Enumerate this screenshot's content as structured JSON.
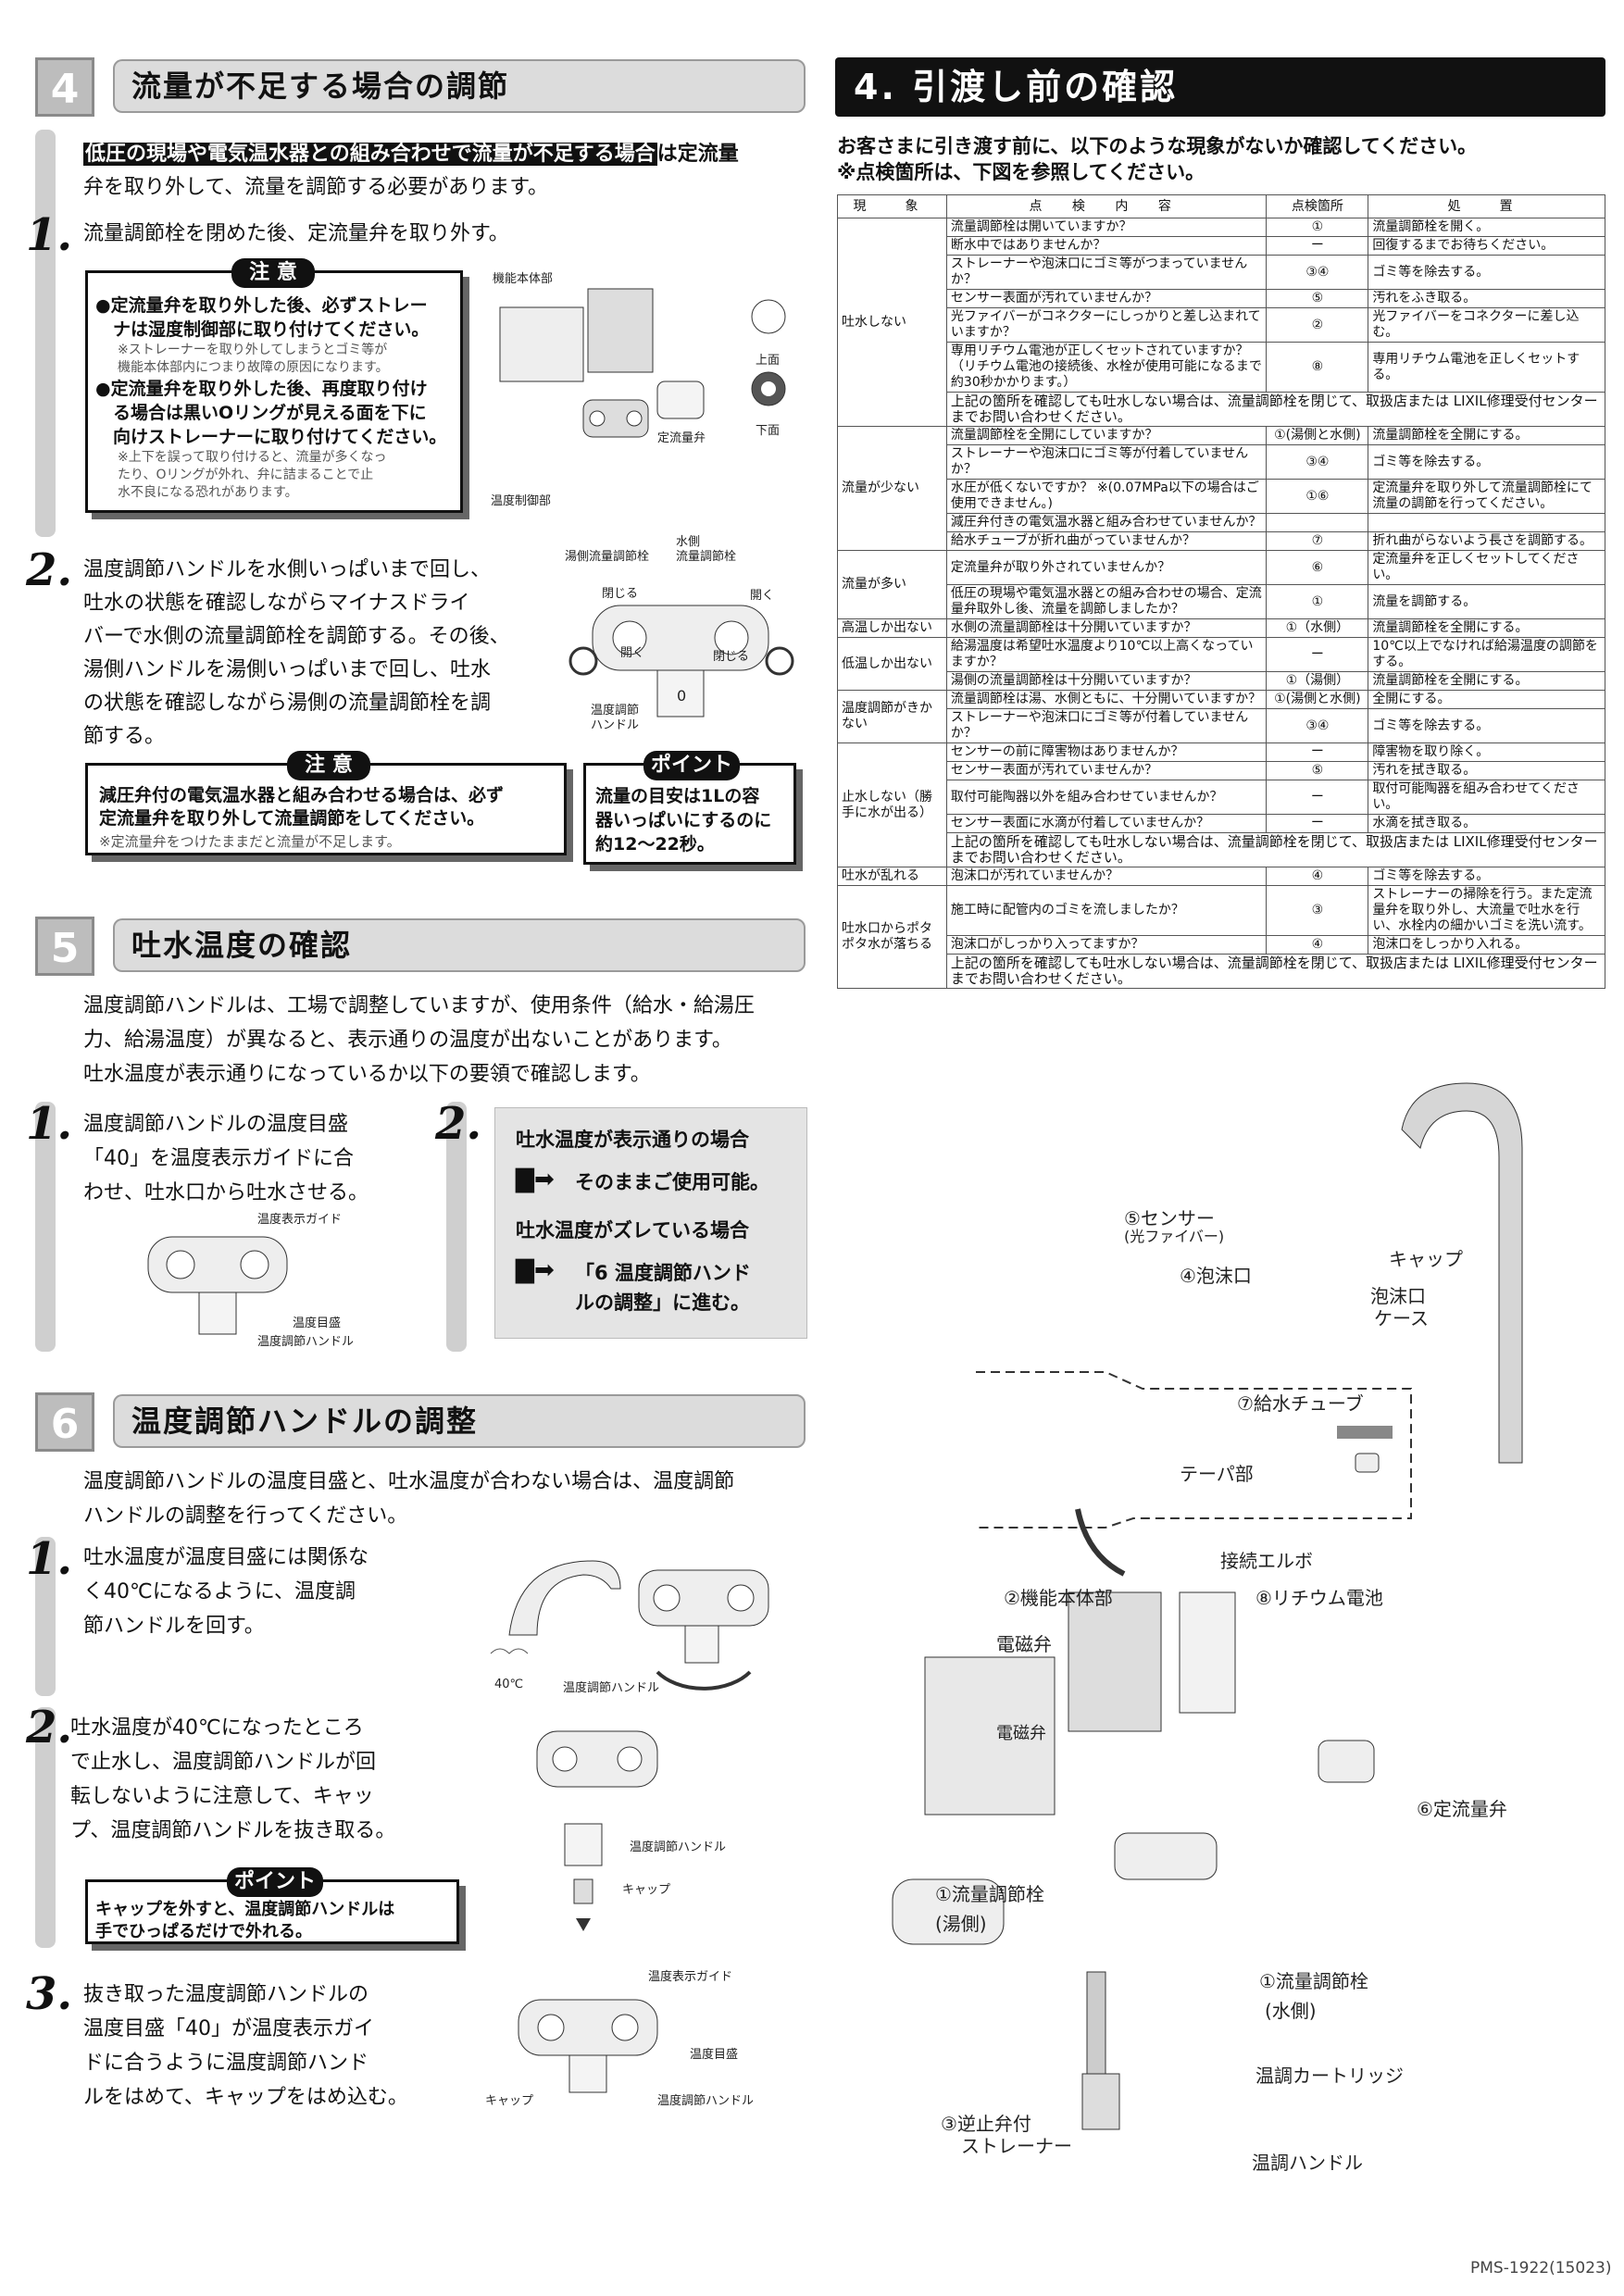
{
  "section4": {
    "number": "4",
    "title": "流量が不足する場合の調節",
    "intro_highlight": "低圧の現場や電気温水器との組み合わせで流量が不足する場合",
    "intro_rest": "は定流量",
    "intro_line2": "弁を取り外して、流量を調節する必要があります。",
    "step1_num": "1.",
    "step1_text": "流量調節栓を閉めた後、定流量弁を取り外す。",
    "caution1_label": "注 意",
    "caution1_lines": [
      "●定流量弁を取り外した後、必ずストレー",
      "　ナは湿度制御部に取り付けてください。",
      "●定流量弁を取り外した後、再度取り付け",
      "　る場合は黒いOリングが見える面を下に",
      "　向けストレーナーに取り付けてください。"
    ],
    "caution1_note1": [
      "※ストレーナーを取り外してしまうとゴミ等が",
      "機能本体部内につまり故障の原因になります。"
    ],
    "caution1_note2": [
      "※上下を誤って取り付けると、流量が多くなっ",
      "たり、Oリングが外れ、弁に詰まることで止",
      "水不良になる恐れがあります。"
    ],
    "diag1_labels": [
      "機能本体部",
      "上面",
      "下面",
      "定流量弁",
      "温度制御部"
    ],
    "step2_num": "2.",
    "step2_lines": [
      "温度調節ハンドルを水側いっぱいまで回し、",
      "吐水の状態を確認しながらマイナスドライ",
      "バーで水側の流量調節栓を調節する。その後、",
      "湯側ハンドルを湯側いっぱいまで回し、吐水",
      "の状態を確認しながら湯側の流量調節栓を調",
      "節する。"
    ],
    "diag2_labels": [
      "湯側流量調節栓",
      "水側",
      "流量調節栓",
      "閉じる",
      "開く",
      "開く",
      "閉じる",
      "温度調節",
      "ハンドル",
      "0"
    ],
    "caution2_label": "注 意",
    "caution2_lines": [
      "減圧弁付の電気温水器と組み合わせる場合は、必ず",
      "定流量弁を取り外して流量調節をしてください。"
    ],
    "caution2_note": "※定流量弁をつけたままだと流量が不足します。",
    "point1_label": "ポイント",
    "point1_lines": [
      "流量の目安は1Lの容",
      "器いっぱいにするのに",
      "約12～22秒。"
    ]
  },
  "section5": {
    "number": "5",
    "title": "吐水温度の確認",
    "intro_lines": [
      "温度調節ハンドルは、工場で調整していますが、使用条件（給水・給湯圧",
      "力、給湯温度）が異なると、表示通りの温度が出ないことがあります。",
      "吐水温度が表示通りになっているか以下の要領で確認します。"
    ],
    "step1_num": "1.",
    "step1_lines": [
      "温度調節ハンドルの温度目盛",
      "「40」を温度表示ガイドに合",
      "わせ、吐水口から吐水させる。"
    ],
    "diag_labels": [
      "温度表示ガイド",
      "温度目盛",
      "温度調節ハンドル"
    ],
    "step2_num": "2.",
    "step2_a": "吐水温度が表示通りの場合",
    "step2_a_result": "そのままご使用可能。",
    "step2_b": "吐水温度がズレている場合",
    "step2_b_result1": "「6 温度調節ハンド",
    "step2_b_result2": "ルの調整」に進む。"
  },
  "section6": {
    "number": "6",
    "title": "温度調節ハンドルの調整",
    "intro_lines": [
      "温度調節ハンドルの温度目盛と、吐水温度が合わない場合は、温度調節",
      "ハンドルの調整を行ってください。"
    ],
    "step1_num": "1.",
    "step1_lines": [
      "吐水温度が温度目盛には関係な",
      "く40℃になるように、温度調",
      "節ハンドルを回す。"
    ],
    "diag1_labels": [
      "40℃",
      "温度調節ハンドル"
    ],
    "step2_num": "2.",
    "step2_lines": [
      "吐水温度が40℃になったところ",
      "で止水し、温度調節ハンドルが回",
      "転しないように注意して、キャッ",
      "プ、温度調節ハンドルを抜き取る。"
    ],
    "diag2_labels": [
      "温度調節ハンドル",
      "キャップ"
    ],
    "point_label": "ポイント",
    "point_lines": [
      "キャップを外すと、温度調節ハンドルは",
      "手でひっぱるだけで外れる。"
    ],
    "step3_num": "3.",
    "step3_lines": [
      "抜き取った温度調節ハンドルの",
      "温度目盛「40」が温度表示ガイ",
      "ドに合うように温度調節ハンド",
      "ルをはめて、キャップをはめ込む。"
    ],
    "diag3_labels": [
      "温度表示ガイド",
      "温度目盛",
      "キャップ",
      "温度調節ハンドル"
    ]
  },
  "right": {
    "title": "4. 引渡し前の確認",
    "intro1": "お客さまに引き渡す前に、以下のような現象がないか確認してください。",
    "intro2": "※点検箇所は、下図を参照してください。",
    "table_headers": [
      "現　象",
      "点 検 内 容",
      "点検箇所",
      "処　置"
    ],
    "table": [
      [
        "吐水しない",
        "流量調節栓は開いていますか？",
        "①",
        "流量調節栓を開く。"
      ],
      [
        "",
        "断水中ではありませんか？",
        "ー",
        "回復するまでお待ちください。"
      ],
      [
        "",
        "ストレーナーや泡沫口にゴミ等がつまっていませんか？",
        "③④",
        "ゴミ等を除去する。"
      ],
      [
        "",
        "センサー表面が汚れていませんか？",
        "⑤",
        "汚れをふき取る。"
      ],
      [
        "",
        "光ファイバーがコネクターにしっかりと差し込まれていますか？",
        "②",
        "光ファイバーをコネクターに差し込む。"
      ],
      [
        "",
        "専用リチウム電池が正しくセットされていますか？（リチウム電池の接続後、水栓が使用可能になるまで約30秒かかります。）",
        "⑧",
        "専用リチウム電池を正しくセットする。"
      ],
      [
        "",
        "上記の箇所を確認しても吐水しない場合は、流量調節栓を閉じて、取扱店または LIXIL修理受付センターまでお問い合わせください。",
        "",
        ""
      ],
      [
        "流量が少ない",
        "流量調節栓を全開にしていますか？",
        "①(湯側と水側)",
        "流量調節栓を全開にする。"
      ],
      [
        "",
        "ストレーナーや泡沫口にゴミ等が付着していませんか？",
        "③④",
        "ゴミ等を除去する。"
      ],
      [
        "",
        "水圧が低くないですか？ ※(0.07MPa以下の場合はご使用できません。)",
        "①⑥",
        "定流量弁を取り外して流量調節栓にて流量の調節を行ってください。"
      ],
      [
        "",
        "減圧弁付きの電気温水器と組み合わせていませんか？",
        "",
        ""
      ],
      [
        "",
        "給水チューブが折れ曲がっていませんか？",
        "⑦",
        "折れ曲がらないよう長さを調節する。"
      ],
      [
        "流量が多い",
        "定流量弁が取り外されていませんか？",
        "⑥",
        "定流量弁を正しくセットしてください。"
      ],
      [
        "",
        "低圧の現場や電気温水器との組み合わせの場合、定流量弁取外し後、流量を調節しましたか？",
        "①",
        "流量を調節する。"
      ],
      [
        "高温しか出ない",
        "水側の流量調節栓は十分開いていますか？",
        "①（水側）",
        "流量調節栓を全開にする。"
      ],
      [
        "低温しか出ない",
        "給湯温度は希望吐水温度より10℃以上高くなっていますか？",
        "ー",
        "10℃以上でなければ給湯温度の調節をする。"
      ],
      [
        "",
        "湯側の流量調節栓は十分開いていますか？",
        "①（湯側）",
        "流量調節栓を全開にする。"
      ],
      [
        "温度調節がきかない",
        "流量調節栓は湯、水側ともに、十分開いていますか？",
        "①(湯側と水側)",
        "全開にする。"
      ],
      [
        "",
        "ストレーナーや泡沫口にゴミ等が付着していませんか？",
        "③④",
        "ゴミ等を除去する。"
      ],
      [
        "止水しない（勝手に水が出る）",
        "センサーの前に障害物はありませんか？",
        "ー",
        "障害物を取り除く。"
      ],
      [
        "",
        "センサー表面が汚れていませんか？",
        "⑤",
        "汚れを拭き取る。"
      ],
      [
        "",
        "取付可能陶器以外を組み合わせていませんか？",
        "ー",
        "取付可能陶器を組み合わせてください。"
      ],
      [
        "",
        "センサー表面に水滴が付着していませんか？",
        "ー",
        "水滴を拭き取る。"
      ],
      [
        "",
        "上記の箇所を確認しても吐水しない場合は、流量調節栓を閉じて、取扱店または LIXIL修理受付センターまでお問い合わせください。",
        "",
        ""
      ],
      [
        "吐水が乱れる",
        "泡沫口が汚れていませんか？",
        "④",
        "ゴミ等を除去する。"
      ],
      [
        "吐水口からポタポタ水が落ちる",
        "施工時に配管内のゴミを流しましたか？",
        "③",
        "ストレーナーの掃除を行う。また定流量弁を取り外し、大流量で吐水を行い、水栓内の細かいゴミを洗い流す。"
      ],
      [
        "",
        "泡沫口がしっかり入ってますか？",
        "④",
        "泡沫口をしっかり入れる。"
      ],
      [
        "",
        "上記の箇所を確認しても吐水しない場合は、流量調節栓を閉じて、取扱店または LIXIL修理受付センターまでお問い合わせください。",
        "",
        ""
      ]
    ],
    "parts": {
      "sensor": "⑤センサー",
      "sensor_sub": "(光ファイバー)",
      "aerator": "④泡沫口",
      "cap": "キャップ",
      "aerator_case": "泡沫口",
      "aerator_case2": "ケース",
      "tube": "⑦給水チューブ",
      "taper": "テーパ部",
      "elbow": "接続エルボ",
      "body": "②機能本体部",
      "battery": "⑧リチウム電池",
      "valve1": "電磁弁",
      "valve2": "電磁弁",
      "flow_valve": "⑥定流量弁",
      "flow_hot": "①流量調節栓",
      "flow_hot_sub": "(湯側)",
      "flow_cold": "①流量調節栓",
      "flow_cold_sub": "(水側)",
      "cartridge": "温調カートリッジ",
      "check_valve": "③逆止弁付",
      "strainer": "ストレーナー",
      "handle": "温調ハンドル"
    },
    "doc_code": "PMS-1922(15023)"
  }
}
